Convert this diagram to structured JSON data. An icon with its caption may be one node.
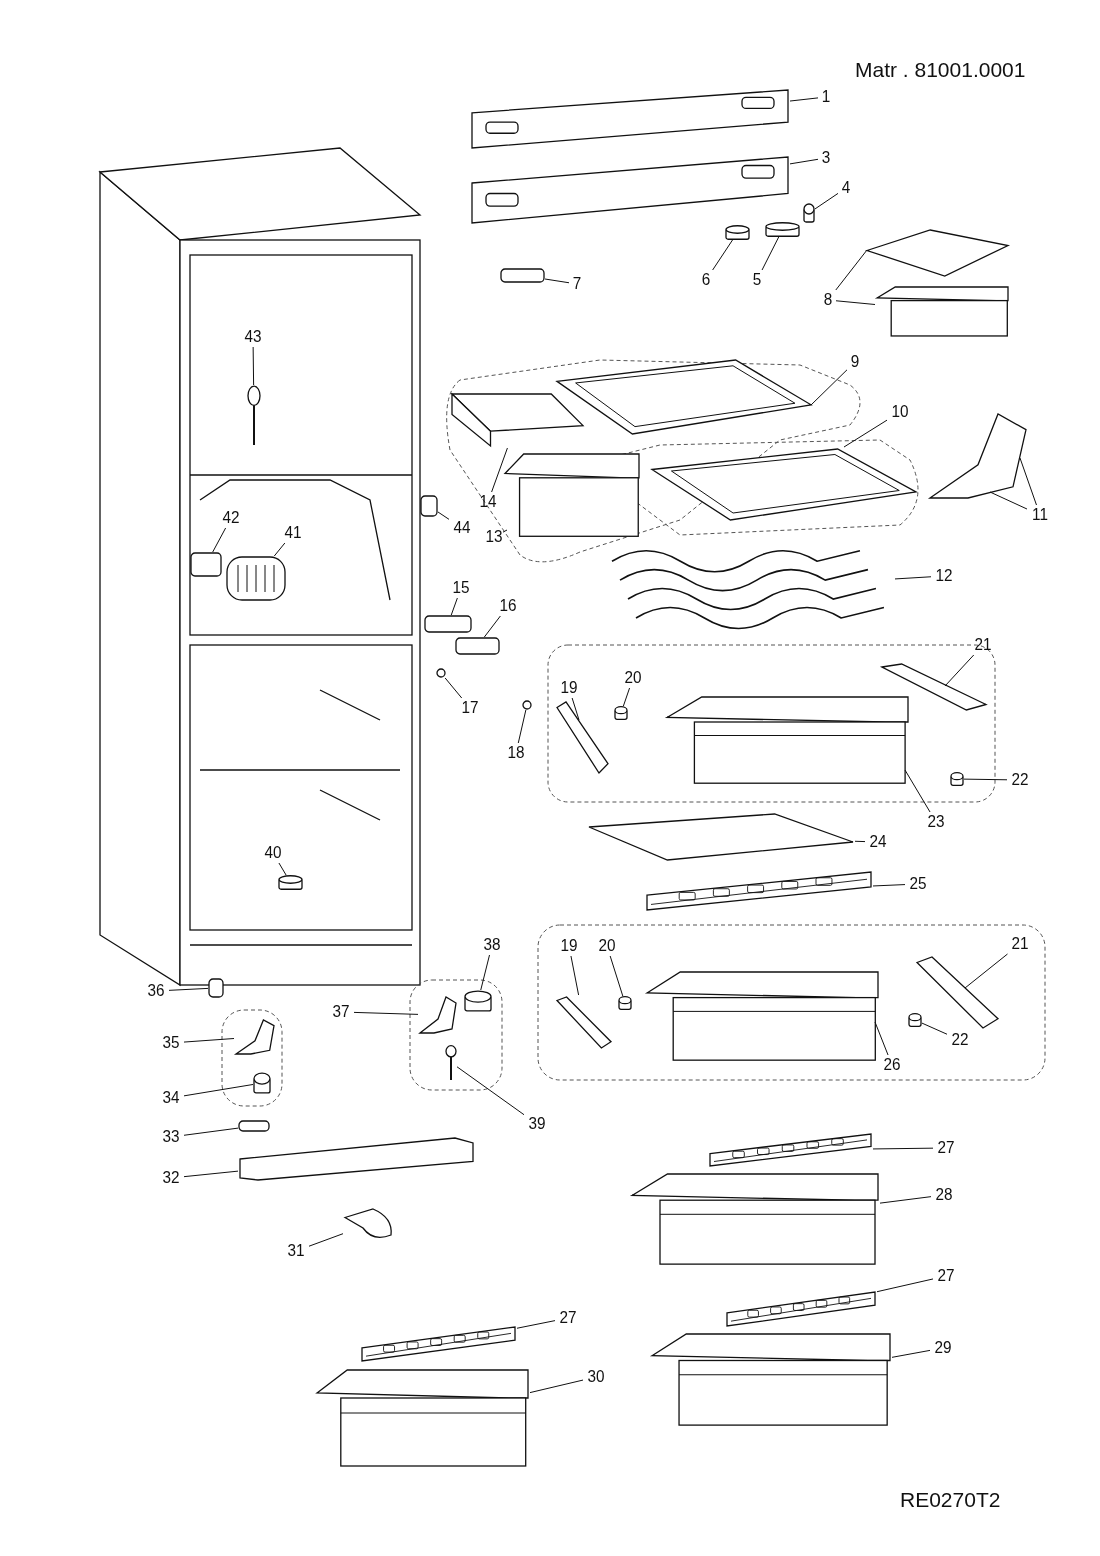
{
  "diagram": {
    "nodes": [
      {
        "text": [
          "1"
        ]
      },
      {
        "text": [],
        "shape": "picture"
      },
      {
        "text": [
          "3"
        ]
      },
      {
        "text": [],
        "shape": "picture"
      },
      {
        "text": [
          "4"
        ]
      },
      {
        "text": [],
        "shape": "cylinder"
      },
      {
        "text": [
          "6"
        ]
      },
      {
        "text": [],
        "shape": "cylinder"
      },
      {
        "text": [
          "5"
        ]
      },
      {
        "text": [],
        "shape": "cylinder"
      },
      {
        "text": [
          "7"
        ]
      },
      {
        "text": [],
        "shape": "box"
      },
      {
        "text": [
          "8"
        ]
      },
      {
        "text": [],
        "shape": "picture"
      },
      {
        "text": [],
        "shape": "box"
      },
      {
        "text": [
          "9"
        ]
      },
      {
        "text": [],
        "shape": "picture"
      },
      {
        "text": [
          "43"
        ]
      },
      {
        "text": [],
        "shape": "picture"
      },
      {
        "text": [
          "10"
        ]
      },
      {
        "text": [],
        "shape": "picture"
      },
      {
        "text": [
          "11"
        ]
      },
      {
        "text": [],
        "shape": "picture"
      },
      {
        "text": [
          "14"
        ]
      },
      {
        "text": [],
        "shape": "picture"
      },
      {
        "text": [
          "44"
        ]
      },
      {
        "text": [],
        "shape": "box"
      },
      {
        "text": [
          "42"
        ]
      },
      {
        "text": [],
        "shape": "box"
      },
      {
        "text": [
          "41"
        ]
      },
      {
        "text": [],
        "shape": "picture"
      },
      {
        "text": [
          "13"
        ]
      },
      {
        "text": [],
        "shape": "box"
      },
      {
        "text": [
          "12"
        ]
      },
      {
        "text": [],
        "shape": "picture"
      },
      {
        "text": [
          "15"
        ]
      },
      {
        "text": [],
        "shape": "box"
      },
      {
        "text": [
          "16"
        ]
      },
      {
        "text": [],
        "shape": "box"
      },
      {
        "text": [
          "19"
        ]
      },
      {
        "text": [],
        "shape": "bar"
      },
      {
        "text": [
          "20"
        ]
      },
      {
        "text": [],
        "shape": "cylinder"
      },
      {
        "text": [
          "21"
        ]
      },
      {
        "text": [],
        "shape": "bar"
      },
      {
        "text": [
          "17"
        ]
      },
      {
        "text": [],
        "shape": "circle"
      },
      {
        "text": [
          "18"
        ]
      },
      {
        "text": [],
        "shape": "circle"
      },
      {
        "text": [
          "22"
        ]
      },
      {
        "text": [],
        "shape": "cylinder"
      },
      {
        "text": [
          "23"
        ]
      },
      {
        "text": [],
        "shape": "picture"
      },
      {
        "text": [
          "24"
        ]
      },
      {
        "text": [],
        "shape": "picture"
      },
      {
        "text": [
          "40"
        ]
      },
      {
        "text": [],
        "shape": "cylinder"
      },
      {
        "text": [
          "25"
        ]
      },
      {
        "text": [],
        "shape": "picture"
      },
      {
        "text": [
          "38"
        ]
      },
      {
        "text": [],
        "shape": "cylinder"
      },
      {
        "text": [
          "19"
        ]
      },
      {
        "text": [],
        "shape": "bar"
      },
      {
        "text": [
          "20"
        ]
      },
      {
        "text": [],
        "shape": "cylinder"
      },
      {
        "text": [
          "21"
        ]
      },
      {
        "text": [],
        "shape": "bar"
      },
      {
        "text": [
          "36"
        ]
      },
      {
        "text": [],
        "shape": "box"
      },
      {
        "text": [
          "37"
        ]
      },
      {
        "text": [],
        "shape": "picture"
      },
      {
        "text": [
          "35"
        ]
      },
      {
        "text": [],
        "shape": "picture"
      },
      {
        "text": [
          "22"
        ]
      },
      {
        "text": [],
        "shape": "cylinder"
      },
      {
        "text": [
          "26"
        ]
      },
      {
        "text": [],
        "shape": "picture"
      },
      {
        "text": [
          "34"
        ]
      },
      {
        "text": [],
        "shape": "cylinder"
      },
      {
        "text": [
          "39"
        ]
      },
      {
        "text": [],
        "shape": "picture"
      },
      {
        "text": [
          "33"
        ]
      },
      {
        "text": [],
        "shape": "box"
      },
      {
        "text": [
          "32"
        ]
      },
      {
        "text": [],
        "shape": "picture"
      },
      {
        "text": [
          "27"
        ]
      },
      {
        "text": [],
        "shape": "picture"
      },
      {
        "text": [
          "28"
        ]
      },
      {
        "text": [],
        "shape": "picture"
      },
      {
        "text": [
          "31"
        ]
      },
      {
        "text": [],
        "shape": "picture"
      },
      {
        "text": [
          "27"
        ]
      },
      {
        "text": [],
        "shape": "picture"
      },
      {
        "text": [
          "27"
        ]
      },
      {
        "text": [],
        "shape": "picture"
      },
      {
        "text": [
          "29"
        ]
      },
      {
        "text": [],
        "shape": "picture"
      },
      {
        "text": [
          "30"
        ]
      },
      {
        "text": [],
        "shape": "picture"
      }
    ],
    "edges": [
      {
        "from": 0,
        "to": 1,
        "arrow": "none"
      },
      {
        "from": 2,
        "to": 3,
        "arrow": "none"
      },
      {
        "from": 4,
        "to": 5,
        "arrow": "none"
      },
      {
        "from": 6,
        "to": 7,
        "arrow": "none"
      },
      {
        "from": 8,
        "to": 9,
        "arrow": "none"
      },
      {
        "from": 10,
        "to": 11,
        "arrow": "none"
      },
      {
        "from": 12,
        "to": 13,
        "arrow": "none"
      },
      {
        "from": 12,
        "to": 14,
        "arrow": "none"
      },
      {
        "from": 15,
        "to": 16,
        "arrow": "none"
      },
      {
        "from": 17,
        "to": 18,
        "arrow": "none"
      },
      {
        "from": 19,
        "to": 20,
        "arrow": "none"
      },
      {
        "from": 21,
        "to": 22,
        "arrow": "none"
      },
      {
        "from": 21,
        "to": 22,
        "arrow": "none"
      },
      {
        "from": 23,
        "to": 24,
        "arrow": "none"
      },
      {
        "from": 25,
        "to": 26,
        "arrow": "none"
      },
      {
        "from": 27,
        "to": 28,
        "arrow": "none"
      },
      {
        "from": 29,
        "to": 30,
        "arrow": "none"
      },
      {
        "from": 31,
        "to": 32,
        "arrow": "none"
      },
      {
        "from": 33,
        "to": 34,
        "arrow": "none"
      },
      {
        "from": 35,
        "to": 36,
        "arrow": "none"
      },
      {
        "from": 37,
        "to": 38,
        "arrow": "none"
      },
      {
        "from": 39,
        "to": 40,
        "arrow": "none"
      },
      {
        "from": 41,
        "to": 42,
        "arrow": "none"
      },
      {
        "from": 43,
        "to": 44,
        "arrow": "none"
      },
      {
        "from": 45,
        "to": 46,
        "arrow": "none"
      },
      {
        "from": 47,
        "to": 48,
        "arrow": "none"
      },
      {
        "from": 49,
        "to": 50,
        "arrow": "none"
      },
      {
        "from": 51,
        "to": 52,
        "arrow": "none"
      },
      {
        "from": 53,
        "to": 54,
        "arrow": "none"
      },
      {
        "from": 55,
        "to": 56,
        "arrow": "none"
      },
      {
        "from": 57,
        "to": 58,
        "arrow": "none"
      },
      {
        "from": 59,
        "to": 60,
        "arrow": "none"
      },
      {
        "from": 61,
        "to": 62,
        "arrow": "none"
      },
      {
        "from": 63,
        "to": 64,
        "arrow": "none"
      },
      {
        "from": 65,
        "to": 66,
        "arrow": "none"
      },
      {
        "from": 67,
        "to": 68,
        "arrow": "none"
      },
      {
        "from": 69,
        "to": 70,
        "arrow": "none"
      },
      {
        "from": 71,
        "to": 72,
        "arrow": "none"
      },
      {
        "from": 73,
        "to": 74,
        "arrow": "none"
      },
      {
        "from": 75,
        "to": 76,
        "arrow": "none"
      },
      {
        "from": 77,
        "to": 78,
        "arrow": "none"
      },
      {
        "from": 79,
        "to": 80,
        "arrow": "none"
      },
      {
        "from": 81,
        "to": 82,
        "arrow": "none"
      },
      {
        "from": 83,
        "to": 84,
        "arrow": "none"
      },
      {
        "from": 85,
        "to": 86,
        "arrow": "none"
      },
      {
        "from": 87,
        "to": 88,
        "arrow": "none"
      },
      {
        "from": 89,
        "to": 90,
        "arrow": "none"
      },
      {
        "from": 91,
        "to": 92,
        "arrow": "none"
      },
      {
        "from": 93,
        "to": 94,
        "arrow": "none"
      },
      {
        "from": 95,
        "to": 96,
        "arrow": "none"
      },
      {
        "from": 97,
        "to": 98,
        "arrow": "none"
      }
    ],
    "labels": [
      "Matr . 81001.0001",
      "RE0270T2"
    ]
  }
}
